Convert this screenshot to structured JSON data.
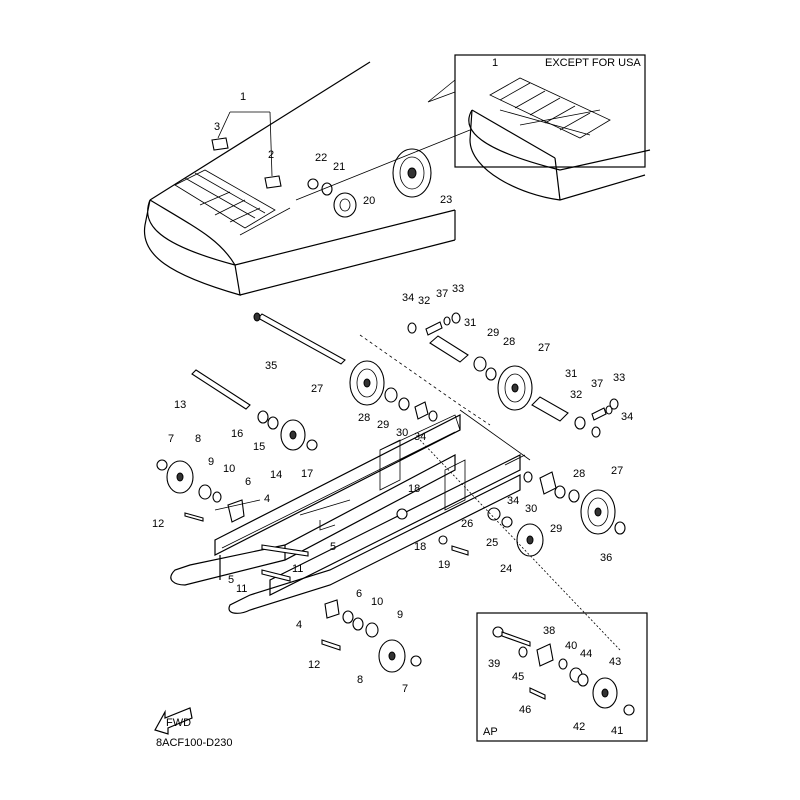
{
  "inset_top": {
    "caption": "EXCEPT FOR USA",
    "callout": "1"
  },
  "inset_bottom": {
    "caption": "AP"
  },
  "fwd_label": "FWD",
  "diagram_code": "8ACF100-D230",
  "callouts": {
    "c1": "1",
    "c2": "2",
    "c3": "3",
    "c4a": "4",
    "c4b": "4",
    "c5a": "5",
    "c5b": "5",
    "c6a": "6",
    "c6b": "6",
    "c7a": "7",
    "c7b": "7",
    "c8a": "8",
    "c8b": "8",
    "c9a": "9",
    "c9b": "9",
    "c10a": "10",
    "c10b": "10",
    "c11a": "11",
    "c11b": "11",
    "c12a": "12",
    "c12b": "12",
    "c13": "13",
    "c14": "14",
    "c15": "15",
    "c16": "16",
    "c17": "17",
    "c18a": "18",
    "c18b": "18",
    "c19": "19",
    "c20": "20",
    "c21": "21",
    "c22": "22",
    "c23": "23",
    "c24": "24",
    "c25": "25",
    "c26": "26",
    "c27a": "27",
    "c27b": "27",
    "c27c": "27",
    "c28a": "28",
    "c28b": "28",
    "c28c": "28",
    "c29a": "29",
    "c29b": "29",
    "c29c": "29",
    "c30a": "30",
    "c30b": "30",
    "c31a": "31",
    "c31b": "31",
    "c32a": "32",
    "c32b": "32",
    "c33a": "33",
    "c33b": "33",
    "c34a": "34",
    "c34b": "34",
    "c34c": "34",
    "c34d": "34",
    "c35": "35",
    "c36": "36",
    "c37a": "37",
    "c37b": "37",
    "c38": "38",
    "c39": "39",
    "c40": "40",
    "c41": "41",
    "c42": "42",
    "c43": "43",
    "c44": "44",
    "c45": "45",
    "c46": "46"
  }
}
